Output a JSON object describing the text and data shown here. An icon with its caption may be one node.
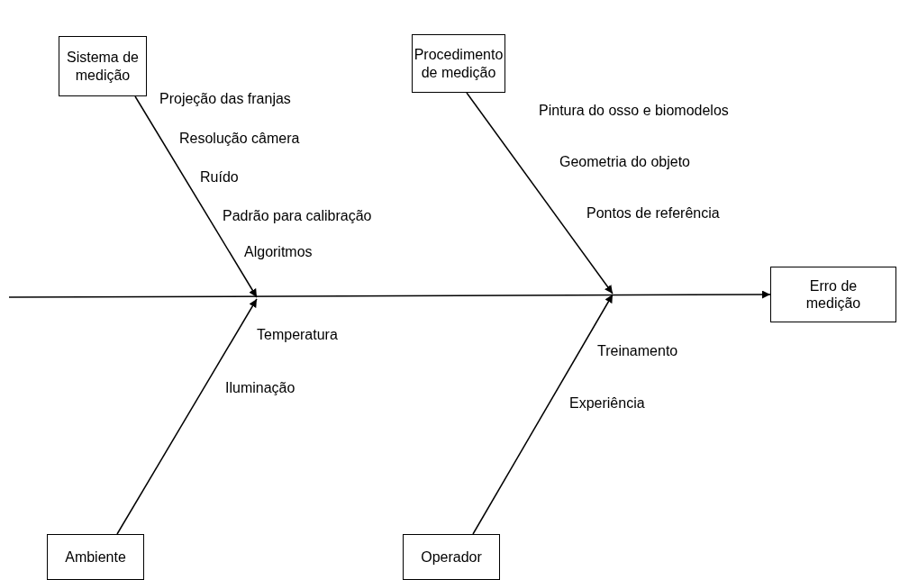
{
  "diagram": {
    "nodes": [
      {
        "text": [
          "Sistema de medição"
        ]
      },
      {
        "text": [
          "Procedimento de medição"
        ]
      },
      {
        "text": [
          "Erro de medição"
        ]
      },
      {
        "text": [
          "Ambiente"
        ]
      },
      {
        "text": [
          "Operador"
        ]
      }
    ],
    "edges": [
      {
        "from": null,
        "to": 2,
        "arrow": "to"
      },
      {
        "from": 0,
        "to": null,
        "arrow": "to"
      },
      {
        "from": 1,
        "to": null,
        "arrow": "to"
      },
      {
        "from": 3,
        "to": null,
        "arrow": "to"
      },
      {
        "from": 4,
        "to": null,
        "arrow": "to"
      }
    ],
    "labels": [
      "Projeção das franjas",
      "Resolução câmera",
      "Ruído",
      "Padrão para calibração",
      "Algoritmos",
      "Pintura do osso e biomodelos",
      "Geometria do objeto",
      "Pontos de referência",
      "Temperatura",
      "Iluminação",
      "Treinamento",
      "Experiência"
    ]
  }
}
